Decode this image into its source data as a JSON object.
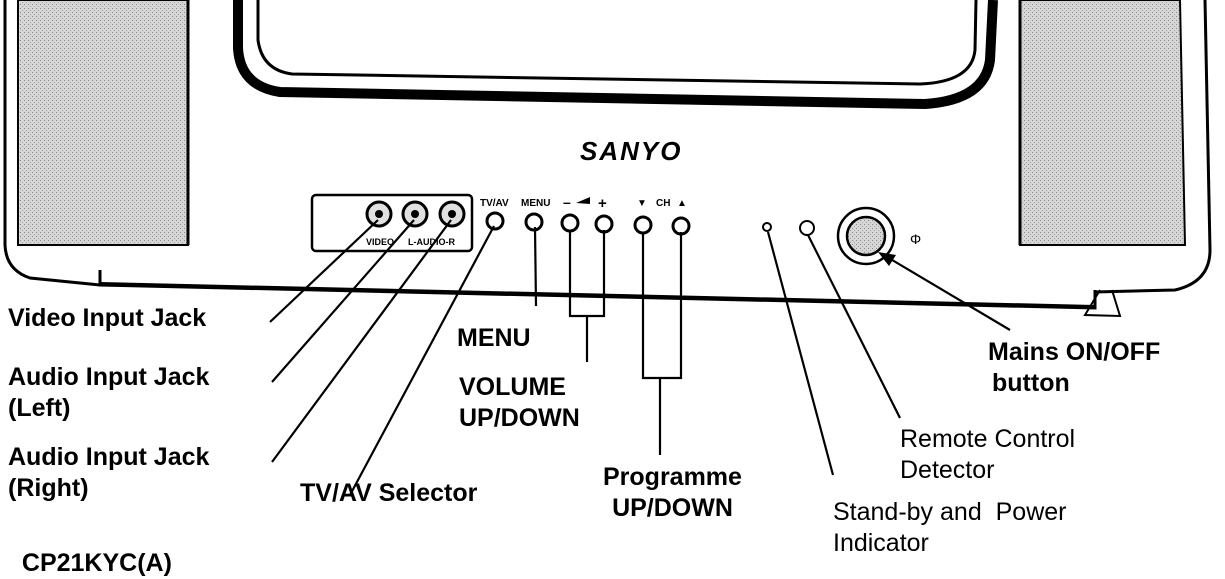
{
  "tv": {
    "brand": "SANYO",
    "panel_labels": {
      "video": "VIDEO",
      "audio": "L-AUDIO-R",
      "tvav": "TV/AV",
      "menu": "MENU",
      "vol_minus": "–",
      "vol_plus": "+",
      "ch_down": "▼",
      "ch": "CH",
      "ch_up": "▲",
      "power": "Φ"
    }
  },
  "callouts": {
    "video_input_jack": "Video Input Jack",
    "audio_left_line1": "Audio Input Jack",
    "audio_left_line2": "(Left)",
    "audio_right_line1": "Audio Input Jack",
    "audio_right_line2": "(Right)",
    "tv_av_selector": "TV/AV Selector",
    "menu": "MENU",
    "volume_line1": "VOLUME",
    "volume_line2": "UP/DOWN",
    "programme_line1": "Programme",
    "programme_line2": "UP/DOWN",
    "mains_line1": "Mains ON/OFF",
    "mains_line2": "button",
    "remote_line1": "Remote Control",
    "remote_line2": "Detector",
    "standby_line1": "Stand-by and  Power",
    "standby_line2": "Indicator",
    "model_partial": "  CP21KYC(A)"
  },
  "colors": {
    "ink": "#000000",
    "speaker": "#c9c9c9",
    "cabinet": "#ffffff"
  }
}
